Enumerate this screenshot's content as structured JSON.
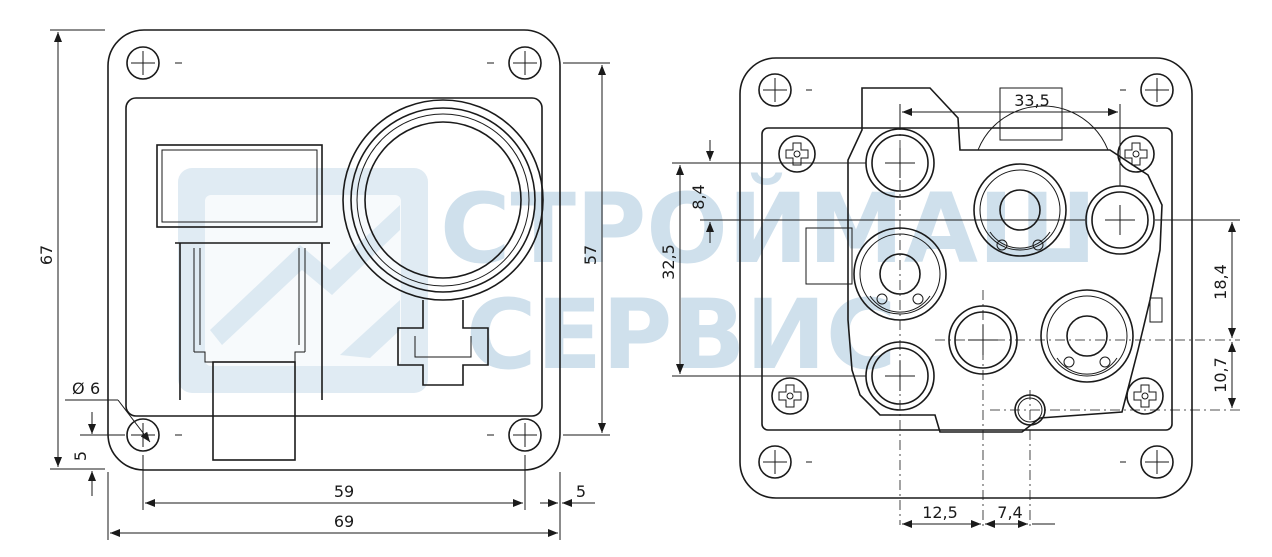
{
  "watermark": {
    "line1": "СТРОЙМАШ",
    "line2": "СЕРВИС"
  },
  "front_view": {
    "dimensions": {
      "height_total": "67",
      "height_inner": "57",
      "hole_diameter_symbol": "Ø",
      "hole_diameter_value": "6",
      "hole_offset_vertical": "5",
      "hole_spacing": "59",
      "hole_offset_horizontal": "5",
      "width_total": "69"
    }
  },
  "rear_view": {
    "dimensions": {
      "top_width": "33,5",
      "offset_8_4": "8,4",
      "span_32_5": "32,5",
      "offset_18_4": "18,4",
      "offset_10_7": "10,7",
      "offset_12_5": "12,5",
      "offset_7_4": "7,4"
    }
  },
  "colors": {
    "line": "#1a1a1a",
    "watermark": "#c0d6e6"
  }
}
